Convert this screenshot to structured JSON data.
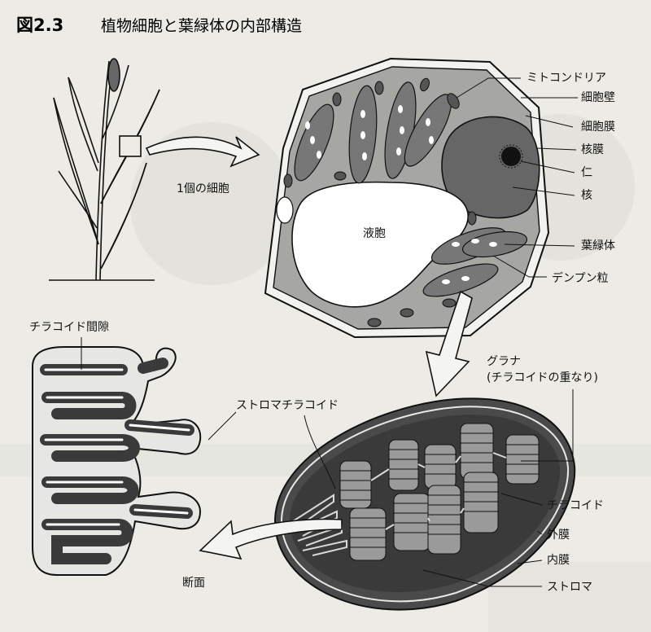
{
  "figure": {
    "number": "図2.3",
    "title": "植物細胞と葉緑体の内部構造"
  },
  "labels": {
    "cell": "1個の細胞",
    "vacuole": "液胞",
    "mitochondria": "ミトコンドリア",
    "cell_wall": "細胞壁",
    "cell_membrane": "細胞膜",
    "nuclear_membrane": "核膜",
    "nucleolus": "仁",
    "nucleus": "核",
    "chloroplast": "葉緑体",
    "starch_grain": "デンプン粒",
    "grana_line1": "グラナ",
    "grana_line2": "(チラコイドの重なり)",
    "thylakoid_lumen": "チラコイド間隙",
    "stroma_thylakoid": "ストロマチラコイド",
    "thylakoid": "チラコイド",
    "outer_membrane": "外膜",
    "inner_membrane": "内膜",
    "stroma": "ストロマ",
    "cross_section": "断面"
  },
  "colors": {
    "background": "#ecebe6",
    "ink": "#1a1a1a",
    "dark_fill": "#555555",
    "mid_fill": "#8a8a8a",
    "light_fill": "#d8d8d4"
  }
}
